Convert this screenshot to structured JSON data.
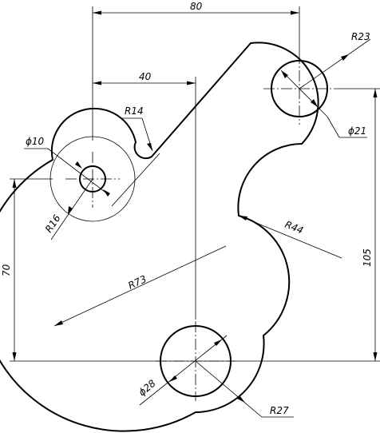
{
  "drawing": {
    "dimensions": {
      "linear_top": "80",
      "linear_mid": "40",
      "radius_top_right": "R23",
      "radius_fillet": "R14",
      "diameter_left_hole": "ϕ10",
      "diameter_right_hole": "ϕ21",
      "radius_left_boss": "R16",
      "radius_inner_arc": "R44",
      "vertical_left": "70",
      "vertical_right": "105",
      "radius_large_arc": "R73",
      "diameter_bottom_hole": "ϕ28",
      "radius_bottom": "R27"
    }
  }
}
